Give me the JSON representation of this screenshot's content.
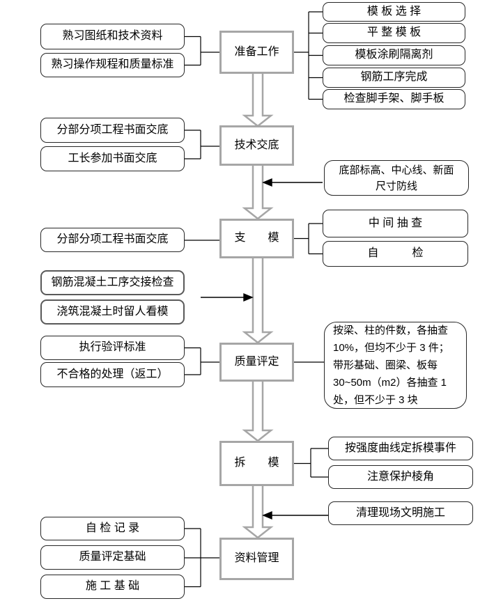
{
  "flowchart": {
    "center_steps": [
      {
        "label": "准备工作"
      },
      {
        "label": "技术交底"
      },
      {
        "label": "支　　模"
      },
      {
        "label": "质量评定"
      },
      {
        "label": "拆　　模"
      },
      {
        "label": "资料管理"
      }
    ],
    "left_notes": [
      {
        "label": "熟习图纸和技术资料",
        "connects_to": "准备工作"
      },
      {
        "label": "熟习操作规程和质量标准",
        "connects_to": "准备工作"
      },
      {
        "label": "分部分项工程书面交底",
        "connects_to": "技术交底"
      },
      {
        "label": "工长参加书面交底",
        "connects_to": "技术交底"
      },
      {
        "label": "分部分项工程书面交底",
        "connects_to": "支模"
      },
      {
        "label": "钢筋混凝土工序交接检查",
        "connects_to": "支模至质量评定流程箭头"
      },
      {
        "label": "浇筑混凝土时留人看模",
        "connects_to": "支模至质量评定流程箭头"
      },
      {
        "label": "执行验评标准",
        "connects_to": "质量评定"
      },
      {
        "label": "不合格的处理（返工）",
        "connects_to": "质量评定"
      },
      {
        "label": "自 检 记 录",
        "connects_to": "资料管理"
      },
      {
        "label": "质量评定基础",
        "connects_to": "资料管理"
      },
      {
        "label": "施 工 基 础",
        "connects_to": "资料管理"
      }
    ],
    "right_notes": [
      {
        "label": "模 板 选 择",
        "connects_to": "准备工作"
      },
      {
        "label": "平 整 模 板",
        "connects_to": "准备工作"
      },
      {
        "label": "模板涂刷隔离剂",
        "connects_to": "准备工作"
      },
      {
        "label": "钢筋工序完成",
        "connects_to": "准备工作"
      },
      {
        "label": "检查脚手架、脚手板",
        "connects_to": "准备工作"
      },
      {
        "label": "底部标高、中心线、新面\n尺寸防线",
        "connects_to": "技术交底至支模流程箭头"
      },
      {
        "label": "中 间 抽 查",
        "connects_to": "支模"
      },
      {
        "label": "自　　　检",
        "connects_to": "支模"
      },
      {
        "label": "按梁、柱的件数，各抽查\n10%，但均不少于 3 件；\n带形基础、圈梁、板每\n30~50m（m2）各抽查 1\n处，但不少于 3 块",
        "connects_to": "质量评定"
      },
      {
        "label": "按强度曲线定拆模事件",
        "connects_to": "拆模"
      },
      {
        "label": "注意保护棱角",
        "connects_to": "拆模"
      },
      {
        "label": "清理现场文明施工",
        "connects_to": "拆模至资料管理流程箭头"
      }
    ]
  },
  "colors": {
    "background": "#ffffff",
    "side_box_border": "#262626",
    "emphasis_box_border": "#595959",
    "center_box_border": "#a6a6a6",
    "flow_arrow_outline": "#a6a6a6",
    "connector_line": "#000000",
    "text": "#000000"
  }
}
